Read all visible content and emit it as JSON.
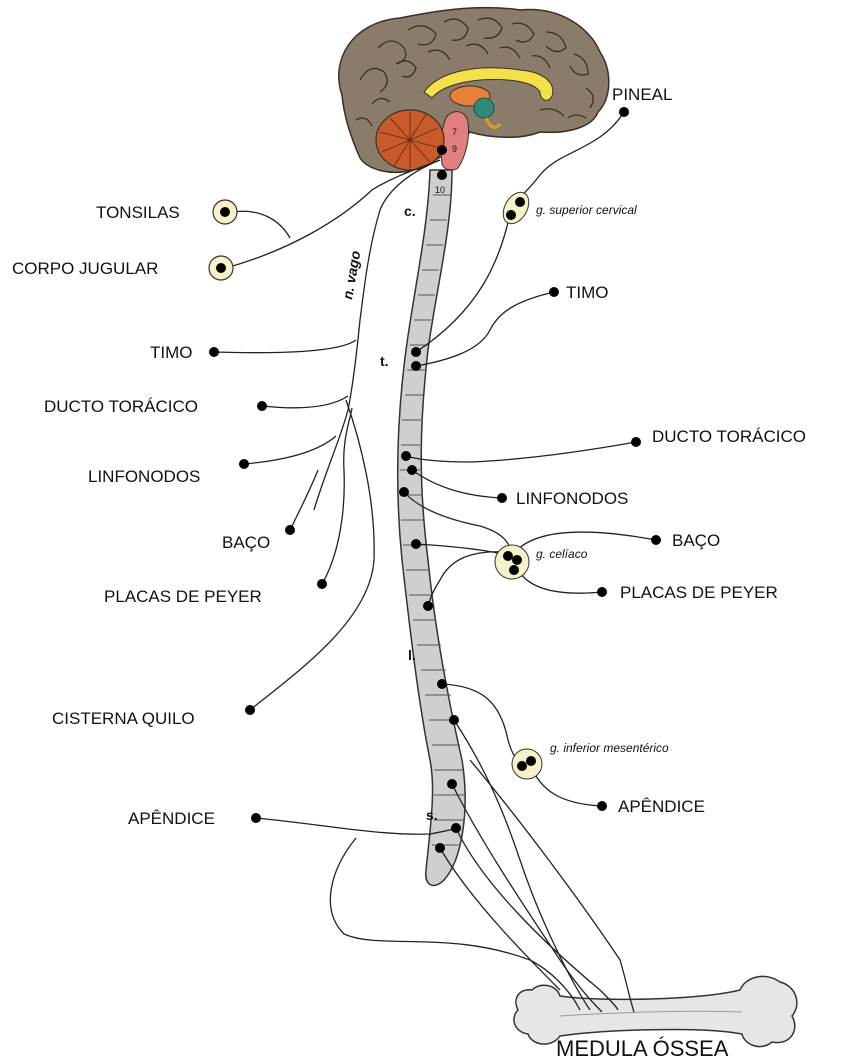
{
  "labels": {
    "tonsilas": "TONSILAS",
    "corpo_jugular": "CORPO JUGULAR",
    "timo_left": "TIMO",
    "ducto_left": "DUCTO TORÁCICO",
    "linfonodos_left": "LINFONODOS",
    "baco_left": "BAÇO",
    "placas_left": "PLACAS DE PEYER",
    "cisterna": "CISTERNA QUILO",
    "apendice_left": "APÊNDICE",
    "pineal": "PINEAL",
    "timo_right": "TIMO",
    "ducto_right": "DUCTO TORÁCICO",
    "linfonodos_right": "LINFONODOS",
    "baco_right": "BAÇO",
    "placas_right": "PLACAS DE PEYER",
    "apendice_right": "APÊNDICE",
    "medula_ossea": "MEDULA ÓSSEA"
  },
  "ganglia": {
    "superior_cervical": "g. superior cervical",
    "celiaco": "g. celíaco",
    "inferior_mesenterico": "g. inferior mesentérico"
  },
  "nerve": {
    "vago": "n. vago"
  },
  "segments": {
    "cervical": "c.",
    "thoracic": "t.",
    "lumbar": "l.",
    "sacral": "s."
  },
  "brain_numbers": {
    "n7": "7",
    "n9": "9",
    "n10": "10"
  },
  "colors": {
    "cortex": "#8b7b6b",
    "cerebellum": "#c95a2a",
    "brainstem": "#e08080",
    "corpus_callosum": "#f2e14a",
    "thalamus": "#e8823a",
    "pineal_region": "#2e8a7a",
    "spinal_cord": "#cfcfcf",
    "ganglion_fill": "#f5f1c8",
    "bone": "#e6e6e6"
  }
}
